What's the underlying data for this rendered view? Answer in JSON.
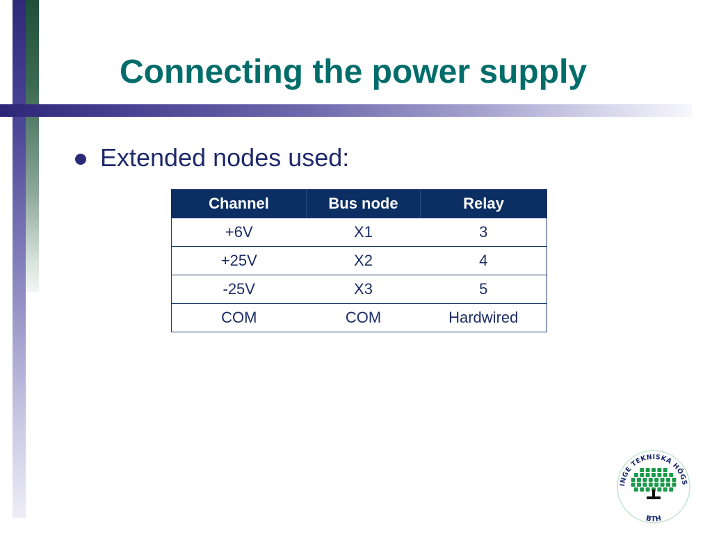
{
  "slide": {
    "title": "Connecting the power supply",
    "bullet": "Extended nodes used:"
  },
  "table": {
    "headers": [
      "Channel",
      "Bus node",
      "Relay"
    ],
    "rows": [
      [
        "+6V",
        "X1",
        "3"
      ],
      [
        "+25V",
        "X2",
        "4"
      ],
      [
        "-25V",
        "X3",
        "5"
      ],
      [
        "COM",
        "COM",
        "Hardwired"
      ]
    ]
  },
  "logo": {
    "arc_text": "BLEKINGE TEKNISKA HÖGSKOLA",
    "abbrev": "BTH",
    "icon": "tree-seal-icon"
  },
  "colors": {
    "title": "#006d6a",
    "table_header_bg": "#0c2f63",
    "logo_green": "#1a9a4a"
  }
}
